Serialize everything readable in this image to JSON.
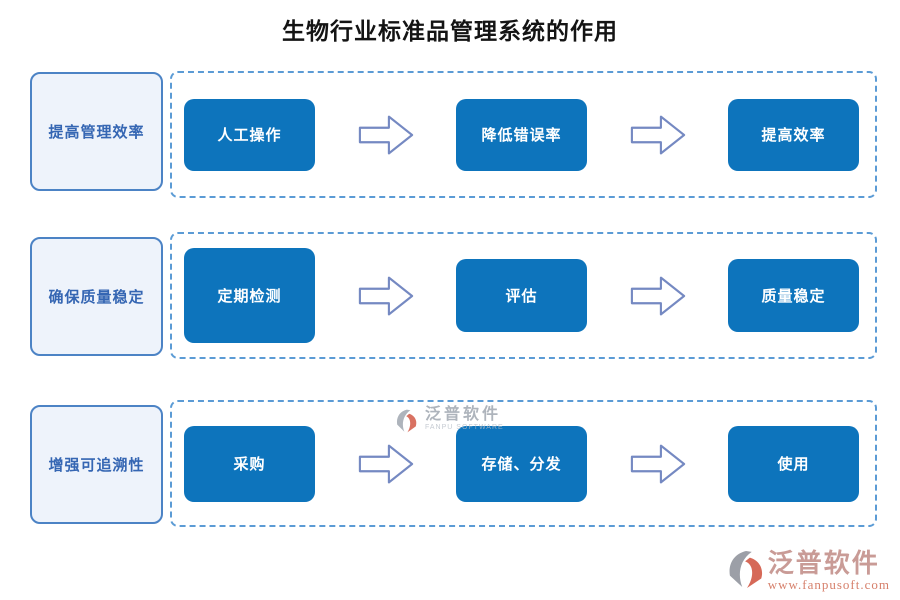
{
  "title": "生物行业标准品管理系统的作用",
  "rows": [
    {
      "label": "提高管理效率",
      "steps": [
        "人工操作",
        "降低错误率",
        "提高效率"
      ]
    },
    {
      "label": "确保质量稳定",
      "steps": [
        "定期检测",
        "评估",
        "质量稳定"
      ]
    },
    {
      "label": "增强可追溯性",
      "steps": [
        "采购",
        "存储、分发",
        "使用"
      ]
    }
  ],
  "watermark": {
    "name": "泛普软件",
    "subtitle": "FANPU SOFTWARE"
  },
  "logo": {
    "name": "泛普软件",
    "url": "www.fanpusoft.com"
  },
  "colors": {
    "step_button": "#0d74bc",
    "label_card_bg": "#eef3fb",
    "label_card_border": "#4c83c5",
    "label_text": "#3566b3",
    "dashed_border": "#5b9bd5",
    "arrow_outline": "#7589c2",
    "title_text": "#141414",
    "logo_red": "#cf6a52"
  }
}
